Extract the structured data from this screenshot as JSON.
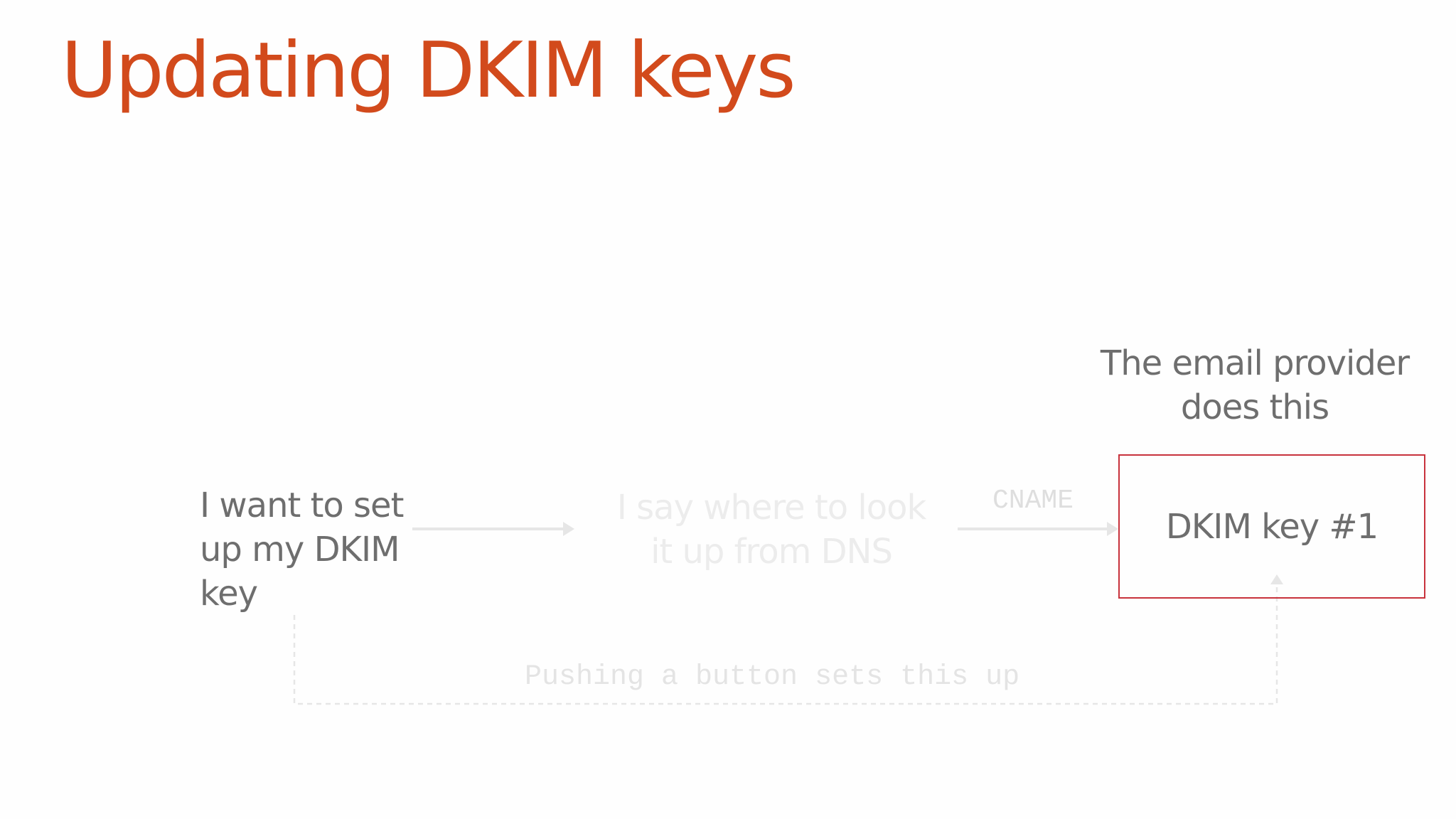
{
  "slide": {
    "title": "Updating DKIM keys"
  },
  "diagram": {
    "step1": {
      "line1": "I want to set",
      "line2": "up my DKIM",
      "line3": "key"
    },
    "step2": {
      "line1": "I say where to look",
      "line2": "it up from DNS"
    },
    "provider_note": {
      "line1": "The email provider",
      "line2": "does this"
    },
    "key_box_label": "DKIM key #1",
    "cname_label": "CNAME",
    "push_label": "Pushing a button sets this up"
  },
  "colors": {
    "title": "#d24a1c",
    "text": "#6e6e6e",
    "faded_text": "#ececec",
    "box_border": "#c8323c",
    "arrow": "#e6e6e6"
  }
}
